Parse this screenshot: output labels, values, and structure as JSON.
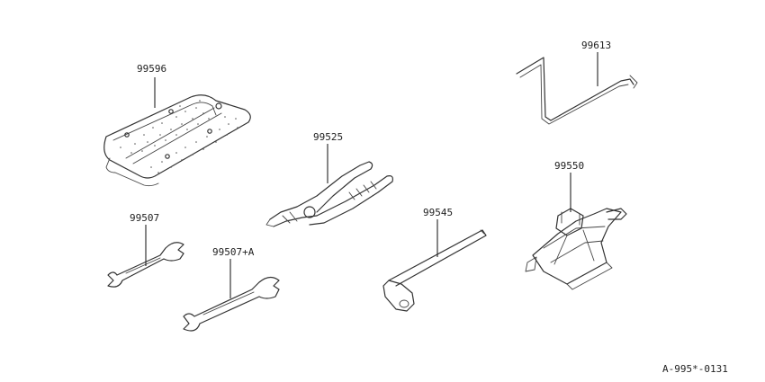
{
  "parts": [
    {
      "id": "tool-bag",
      "label": "99596"
    },
    {
      "id": "crank-handle",
      "label": "99613"
    },
    {
      "id": "pliers",
      "label": "99525"
    },
    {
      "id": "jack",
      "label": "99550"
    },
    {
      "id": "wrench-small",
      "label": "99507"
    },
    {
      "id": "wrench-large",
      "label": "99507+A"
    },
    {
      "id": "wheel-brace",
      "label": "99545"
    }
  ],
  "reference_code": "A-995*-0131"
}
